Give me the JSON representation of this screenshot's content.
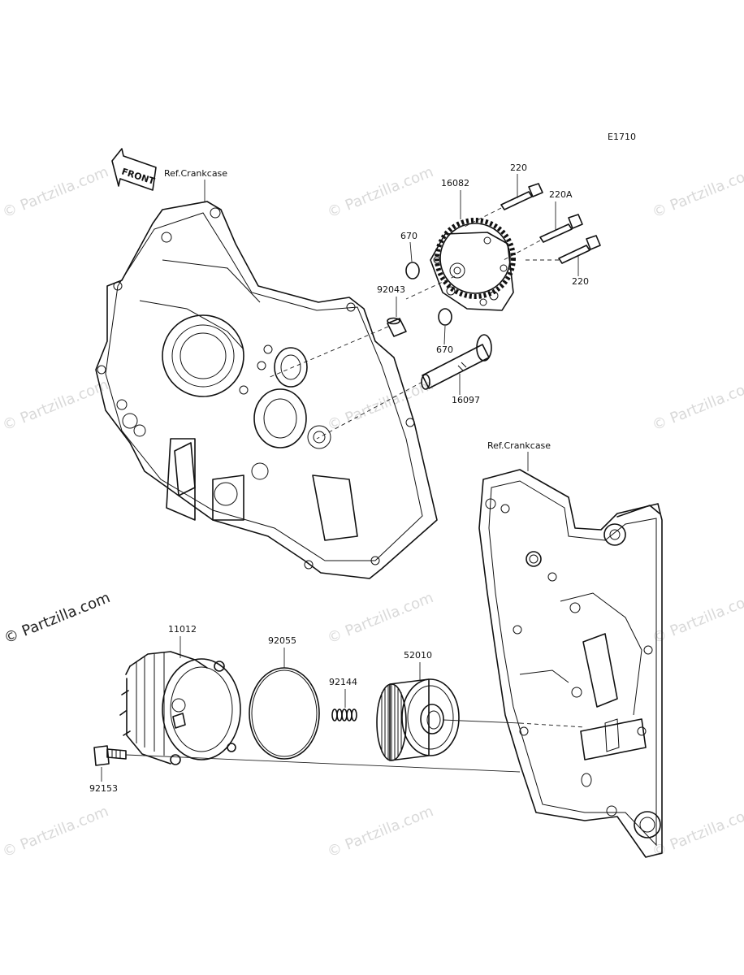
{
  "diagram_code": "E1710",
  "front_label": "FRONT",
  "watermark": "© Partzilla.com",
  "refs": {
    "crankcase_upper": "Ref.Crankcase",
    "crankcase_lower": "Ref.Crankcase"
  },
  "parts": {
    "p16082": "16082",
    "p220_top": "220",
    "p220A": "220A",
    "p220_bottom": "220",
    "p670_top": "670",
    "p670_bottom": "670",
    "p92043": "92043",
    "p16097": "16097",
    "p11012": "11012",
    "p92055": "92055",
    "p92144": "92144",
    "p52010": "52010",
    "p92153": "92153"
  }
}
